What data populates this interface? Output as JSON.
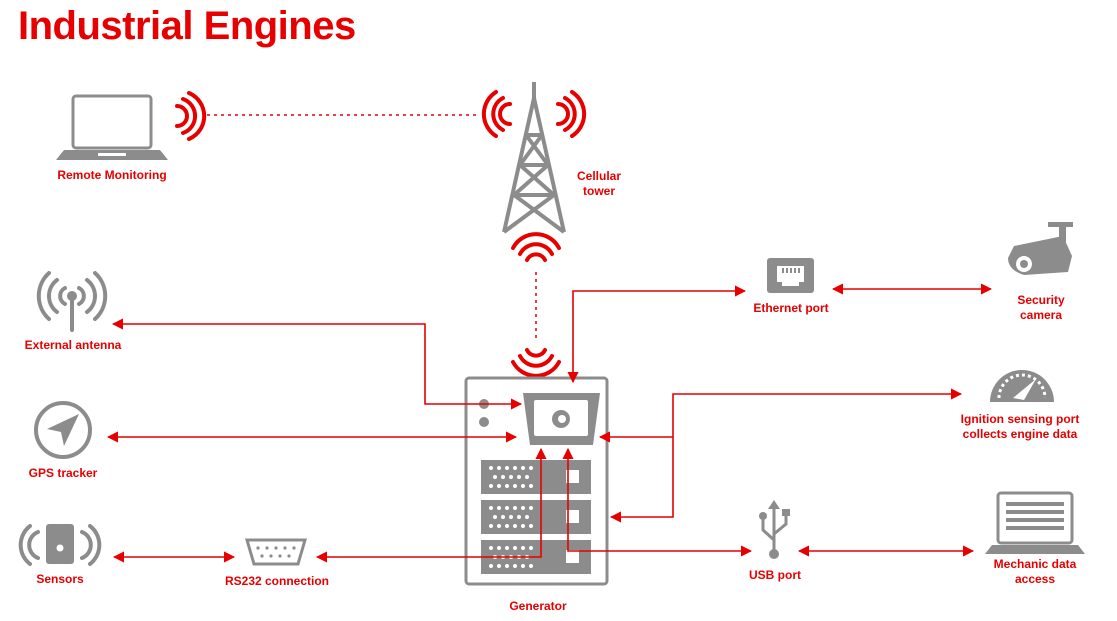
{
  "title": "Industrial Engines",
  "colors": {
    "accent": "#e60000",
    "icon_gray": "#8c8c8c"
  },
  "labels": {
    "remote_monitoring": "Remote Monitoring",
    "cellular_tower": "Cellular\ntower",
    "external_antenna": "External antenna",
    "gps_tracker": "GPS tracker",
    "sensors": "Sensors",
    "rs232": "RS232 connection",
    "generator": "Generator",
    "ethernet_port": "Ethernet port",
    "security_camera": "Security\ncamera",
    "ignition_port": "Ignition sensing port\ncollects engine data",
    "usb_port": "USB port",
    "mechanic_access": "Mechanic data\naccess"
  },
  "icons": [
    "laptop-icon",
    "wifi-waves-icon",
    "cell-tower-icon",
    "antenna-icon",
    "gps-compass-icon",
    "sensor-icon",
    "serial-port-icon",
    "generator-icon",
    "ethernet-port-icon",
    "security-camera-icon",
    "gauge-icon",
    "usb-icon",
    "data-laptop-icon"
  ]
}
